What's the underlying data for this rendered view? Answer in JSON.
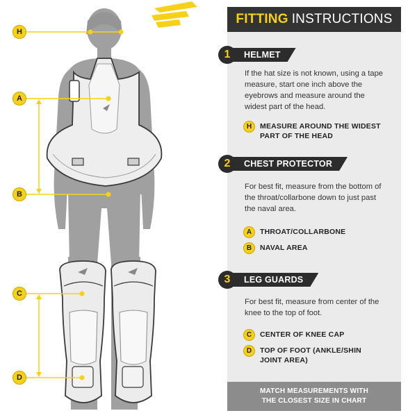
{
  "header": {
    "highlight": "FITTING",
    "rest": "INSTRUCTIONS"
  },
  "sections": [
    {
      "number": "1",
      "title": "HELMET",
      "description": "If the hat size is not known, using a tape measure, start one inch above the eyebrows and measure around the widest part of the head.",
      "items": [
        {
          "marker": "H",
          "label": "MEASURE AROUND THE WIDEST PART OF THE HEAD"
        }
      ]
    },
    {
      "number": "2",
      "title": "CHEST PROTECTOR",
      "description": "For best fit, measure from the bottom of the throat/collarbone down to just past the naval area.",
      "items": [
        {
          "marker": "A",
          "label": "THROAT/COLLARBONE"
        },
        {
          "marker": "B",
          "label": "NAVAL AREA"
        }
      ]
    },
    {
      "number": "3",
      "title": "LEG GUARDS",
      "description": "For best fit, measure from center of the knee to the top of foot.",
      "items": [
        {
          "marker": "C",
          "label": "CENTER OF KNEE CAP"
        },
        {
          "marker": "D",
          "label": "TOP OF FOOT (ANKLE/SHIN JOINT AREA)"
        }
      ]
    }
  ],
  "figure_markers": {
    "h": "H",
    "a": "A",
    "b": "B",
    "c": "C",
    "d": "D"
  },
  "footer": {
    "line1": "MATCH MEASUREMENTS WITH",
    "line2": "THE CLOSEST SIZE IN CHART"
  },
  "colors": {
    "accent": "#f7d117",
    "dark": "#2c2c2c",
    "panel": "#ebebeb",
    "silhouette": "#9e9e9e",
    "footer": "#8c8c8c"
  },
  "icons": [
    "brand-logo-icon",
    "chest-protector-icon",
    "leg-guard-icon",
    "body-silhouette-icon"
  ]
}
